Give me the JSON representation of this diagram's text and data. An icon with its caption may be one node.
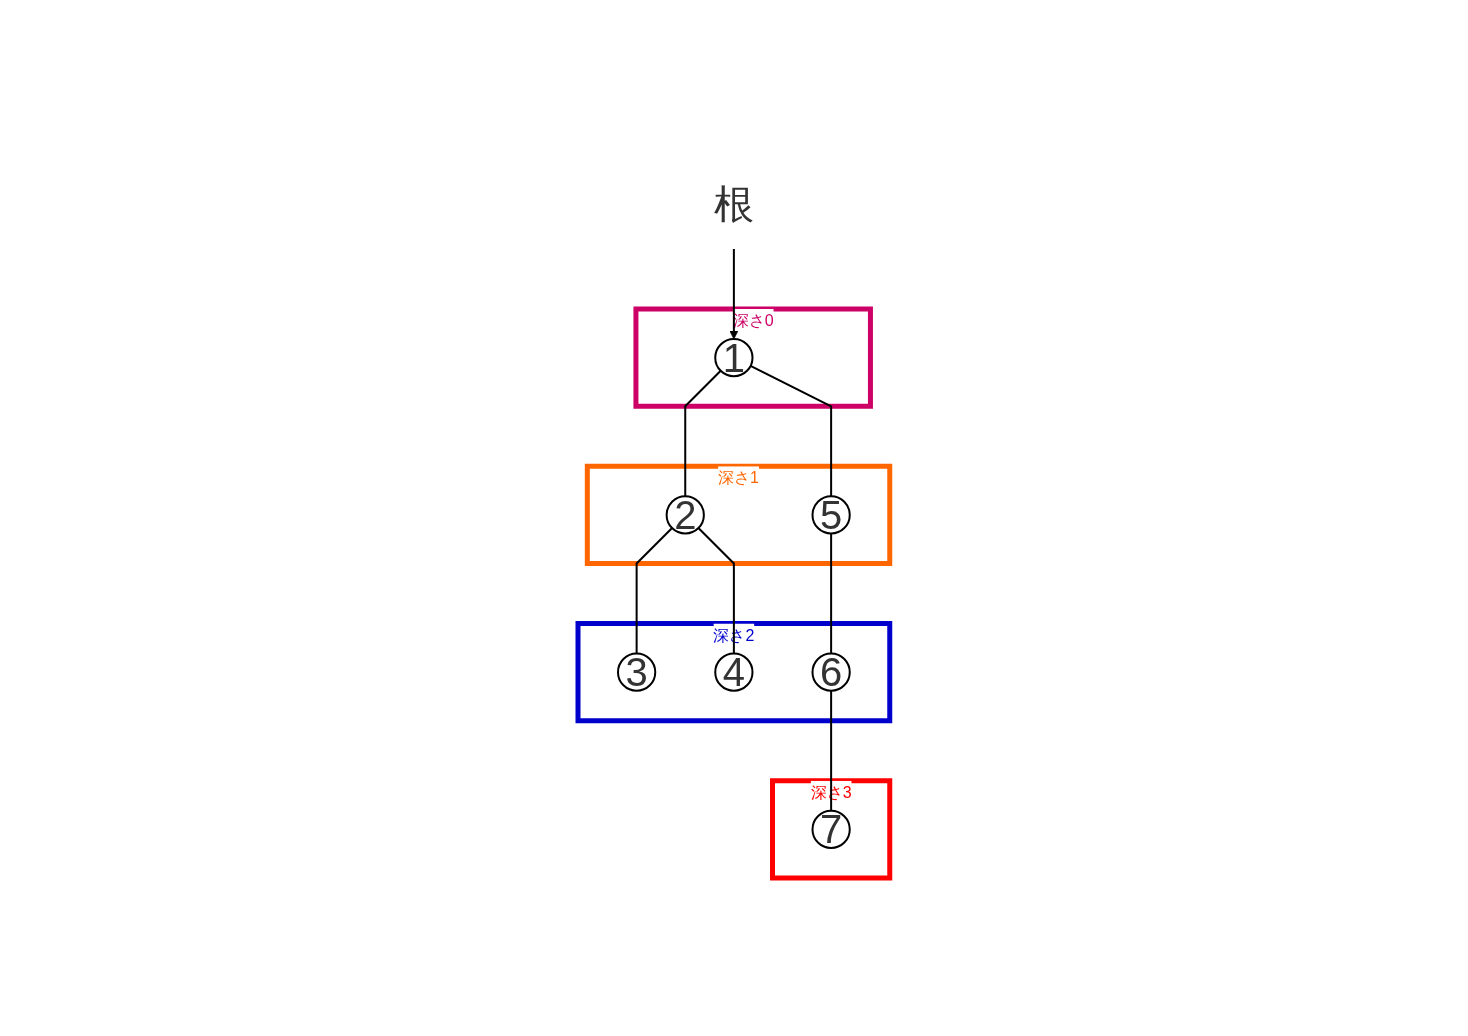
{
  "diagram": {
    "nodes": [
      {
        "text": [
          "根"
        ]
      },
      {
        "text": [
          "深さ0"
        ]
      },
      {
        "text": [
          "1"
        ],
        "in": 1
      },
      {
        "text": [
          "深さ1"
        ]
      },
      {
        "text": [
          "2"
        ],
        "in": 3
      },
      {
        "text": [
          "5"
        ],
        "in": 3
      },
      {
        "text": [
          "深さ2"
        ]
      },
      {
        "text": [
          "3"
        ],
        "in": 6
      },
      {
        "text": [
          "4"
        ],
        "in": 6
      },
      {
        "text": [
          "6"
        ],
        "in": 6
      },
      {
        "text": [
          "深さ3"
        ]
      },
      {
        "text": [
          "7"
        ],
        "in": 10
      }
    ],
    "edges": [
      {
        "from": 0,
        "to": 2,
        "arrow": "to"
      },
      {
        "from": 2,
        "to": 4,
        "arrow": "none"
      },
      {
        "from": 2,
        "to": 5,
        "arrow": "none"
      },
      {
        "from": 4,
        "to": 7,
        "arrow": "none"
      },
      {
        "from": 4,
        "to": 8,
        "arrow": "none"
      },
      {
        "from": 5,
        "to": 9,
        "arrow": "none"
      },
      {
        "from": 9,
        "to": 11,
        "arrow": "none"
      }
    ]
  }
}
